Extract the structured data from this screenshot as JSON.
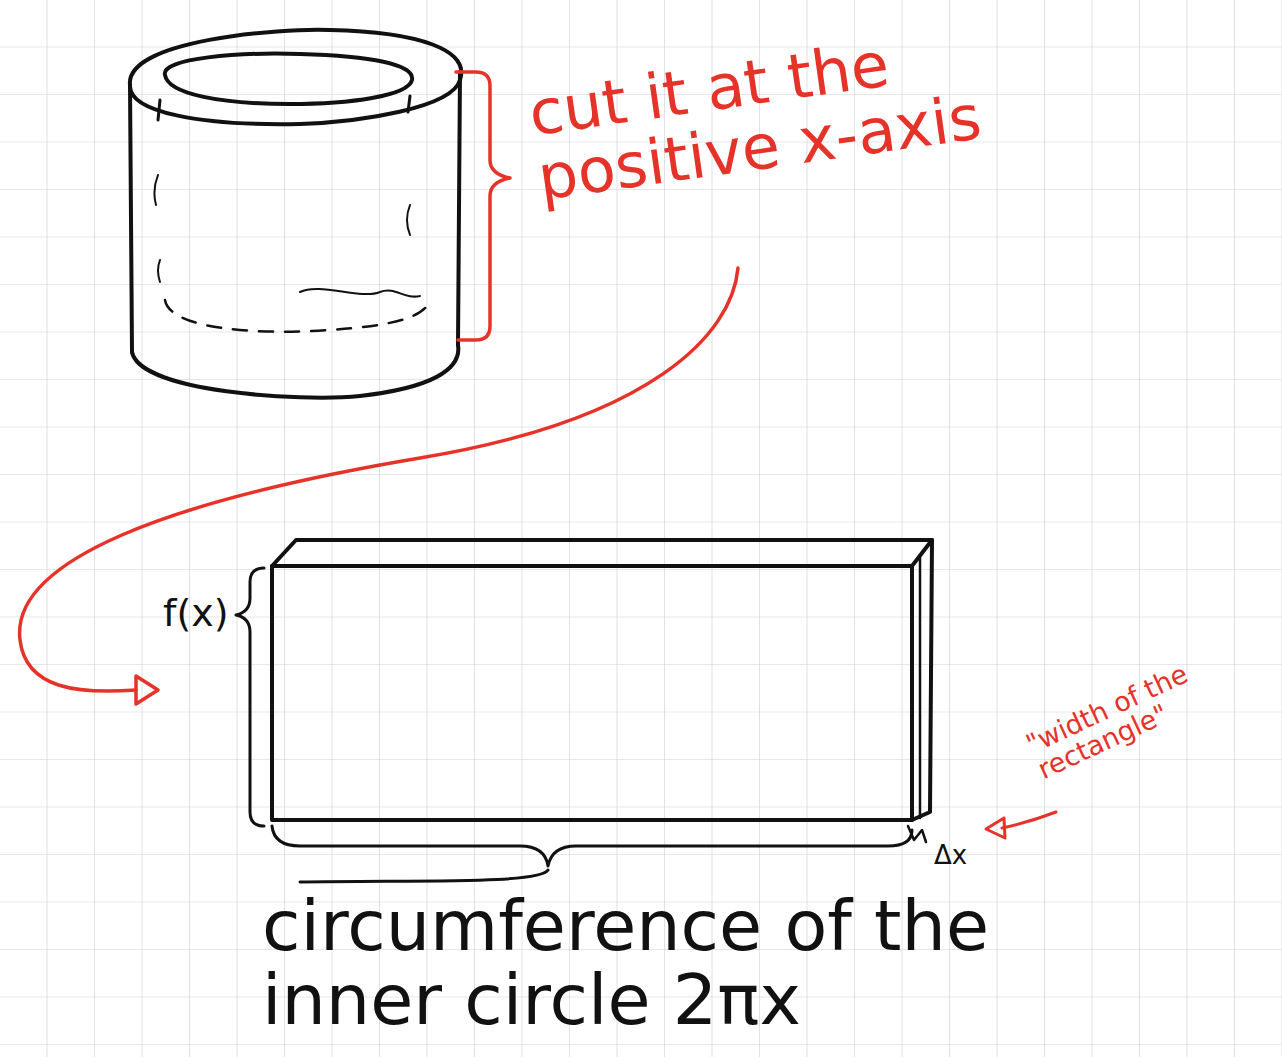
{
  "diagram": {
    "labels": [
      "cut it at the positive x-axis",
      "f(x)",
      "\"width of the rectangle\"",
      "Δx",
      "circumference of the inner circle 2πx"
    ]
  }
}
